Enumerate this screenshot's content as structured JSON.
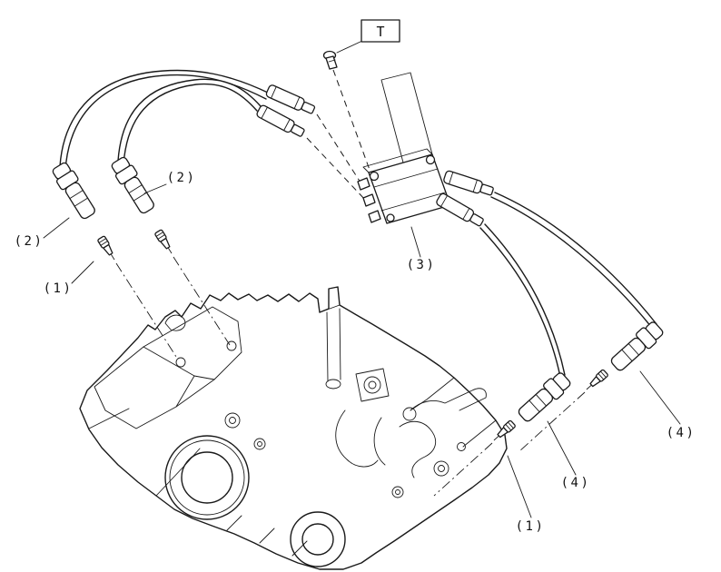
{
  "diagram": {
    "type": "engine-ignition-parts-diagram",
    "background": "#ffffff",
    "line_color": "#1a1a1a",
    "callouts": {
      "torque": "T",
      "boot_left_inner": "(2)",
      "boot_left_outer": "(2)",
      "plug_left": "(1)",
      "coil_pack": "(3)",
      "plug_right": "(1)",
      "boot_right_lower": "(4)",
      "boot_right_upper": "(4)"
    }
  }
}
